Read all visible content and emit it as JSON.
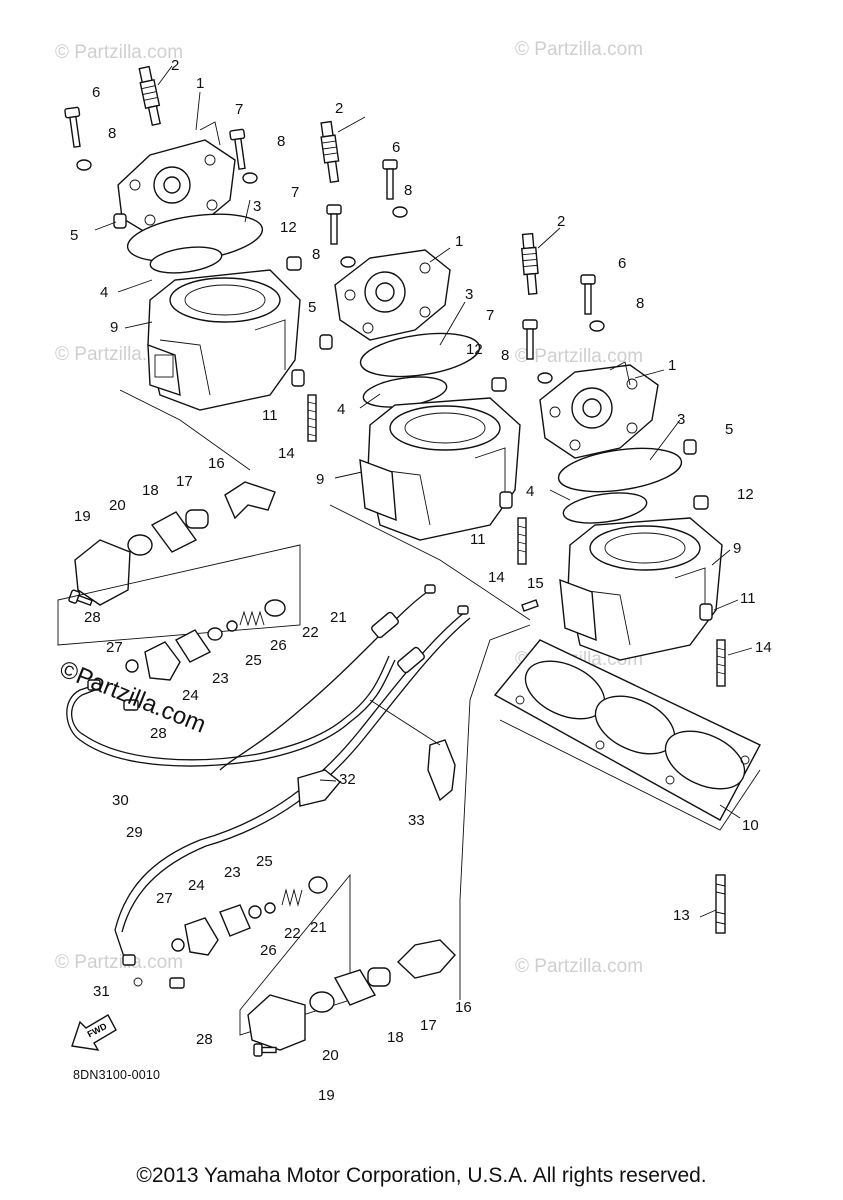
{
  "diagram": {
    "code": "8DN3100-0010",
    "copyright": "©2013 Yamaha Motor Corporation, U.S.A. All rights reserved.",
    "watermark": "© Partzilla.com",
    "watermark_large": "©Partzilla.com",
    "fwd_label": "FWD",
    "callouts": [
      {
        "id": "c1",
        "text": "2"
      },
      {
        "id": "c2",
        "text": "6"
      },
      {
        "id": "c3",
        "text": "1"
      },
      {
        "id": "c4",
        "text": "7"
      },
      {
        "id": "c5",
        "text": "8"
      },
      {
        "id": "c6",
        "text": "8"
      },
      {
        "id": "c7",
        "text": "3"
      },
      {
        "id": "c8",
        "text": "5"
      },
      {
        "id": "c9",
        "text": "4"
      },
      {
        "id": "c10",
        "text": "12"
      },
      {
        "id": "c11",
        "text": "9"
      },
      {
        "id": "c12",
        "text": "11"
      },
      {
        "id": "c13",
        "text": "14"
      },
      {
        "id": "c14",
        "text": "2"
      },
      {
        "id": "c15",
        "text": "6"
      },
      {
        "id": "c16",
        "text": "7"
      },
      {
        "id": "c17",
        "text": "8"
      },
      {
        "id": "c18",
        "text": "1"
      },
      {
        "id": "c19",
        "text": "8"
      },
      {
        "id": "c20",
        "text": "5"
      },
      {
        "id": "c21",
        "text": "3"
      },
      {
        "id": "c22",
        "text": "12"
      },
      {
        "id": "c23",
        "text": "4"
      },
      {
        "id": "c24",
        "text": "9"
      },
      {
        "id": "c25",
        "text": "11"
      },
      {
        "id": "c26",
        "text": "14"
      },
      {
        "id": "c27",
        "text": "2"
      },
      {
        "id": "c28",
        "text": "6"
      },
      {
        "id": "c29",
        "text": "8"
      },
      {
        "id": "c30",
        "text": "7"
      },
      {
        "id": "c31",
        "text": "8"
      },
      {
        "id": "c32",
        "text": "1"
      },
      {
        "id": "c33",
        "text": "3"
      },
      {
        "id": "c34",
        "text": "5"
      },
      {
        "id": "c35",
        "text": "4"
      },
      {
        "id": "c36",
        "text": "12"
      },
      {
        "id": "c37",
        "text": "9"
      },
      {
        "id": "c38",
        "text": "15"
      },
      {
        "id": "c39",
        "text": "11"
      },
      {
        "id": "c40",
        "text": "14"
      },
      {
        "id": "c41",
        "text": "10"
      },
      {
        "id": "c42",
        "text": "13"
      },
      {
        "id": "c43",
        "text": "16"
      },
      {
        "id": "c44",
        "text": "17"
      },
      {
        "id": "c45",
        "text": "18"
      },
      {
        "id": "c46",
        "text": "20"
      },
      {
        "id": "c47",
        "text": "19"
      },
      {
        "id": "c48",
        "text": "28"
      },
      {
        "id": "c49",
        "text": "21"
      },
      {
        "id": "c50",
        "text": "22"
      },
      {
        "id": "c51",
        "text": "26"
      },
      {
        "id": "c52",
        "text": "25"
      },
      {
        "id": "c53",
        "text": "23"
      },
      {
        "id": "c54",
        "text": "27"
      },
      {
        "id": "c55",
        "text": "24"
      },
      {
        "id": "c56",
        "text": "28"
      },
      {
        "id": "c57",
        "text": "30"
      },
      {
        "id": "c58",
        "text": "32"
      },
      {
        "id": "c59",
        "text": "33"
      },
      {
        "id": "c60",
        "text": "29"
      },
      {
        "id": "c61",
        "text": "25"
      },
      {
        "id": "c62",
        "text": "23"
      },
      {
        "id": "c63",
        "text": "24"
      },
      {
        "id": "c64",
        "text": "27"
      },
      {
        "id": "c65",
        "text": "22"
      },
      {
        "id": "c66",
        "text": "21"
      },
      {
        "id": "c67",
        "text": "26"
      },
      {
        "id": "c68",
        "text": "31"
      },
      {
        "id": "c69",
        "text": "28"
      },
      {
        "id": "c70",
        "text": "16"
      },
      {
        "id": "c71",
        "text": "17"
      },
      {
        "id": "c72",
        "text": "18"
      },
      {
        "id": "c73",
        "text": "20"
      },
      {
        "id": "c74",
        "text": "19"
      }
    ]
  }
}
